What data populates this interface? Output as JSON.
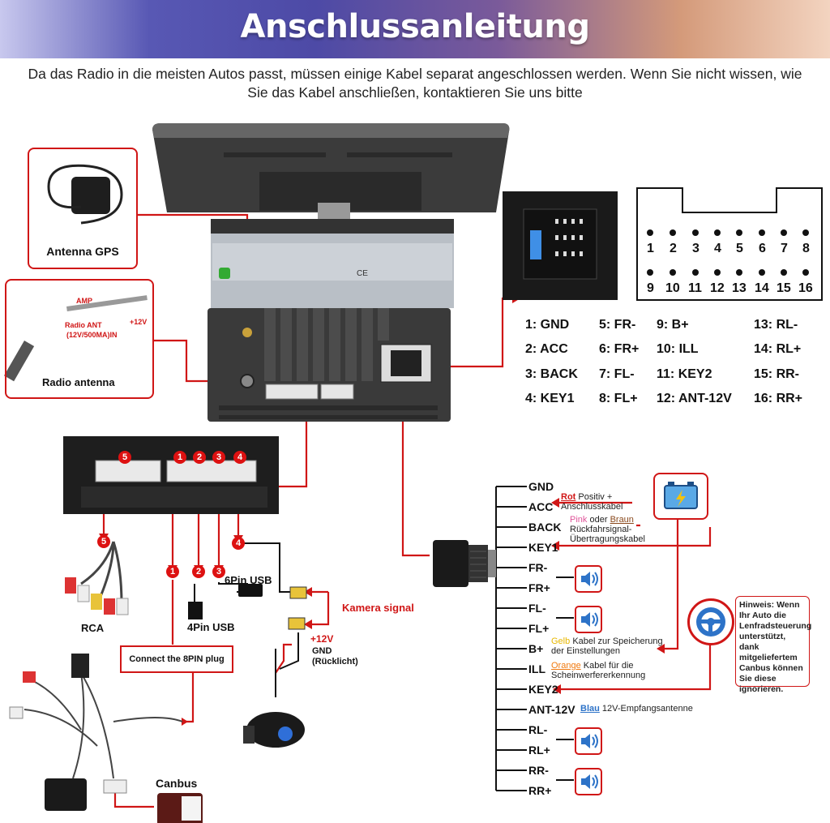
{
  "header": {
    "title": "Anschlussanleitung",
    "intro": "Da das Radio in die meisten Autos passt, müssen einige Kabel separat angeschlossen werden. Wenn Sie nicht wissen, wie Sie das Kabel anschließen, kontaktieren Sie uns bitte"
  },
  "left": {
    "gps_label": "Antenna GPS",
    "amp": "AMP",
    "radio_ant": "Radio ANT",
    "radio_ant_spec": "(12V/500MA)IN",
    "plus12": "+12V",
    "radio_antenna": "Radio antenna",
    "port_numbers": [
      "5",
      "1",
      "2",
      "3",
      "4"
    ],
    "rca": "RCA",
    "usb4": "4Pin USB",
    "usb6": "6Pin USB",
    "connect8": "Connect the 8PIN plug",
    "canbus": "Canbus",
    "camera_signal": "Kamera signal",
    "cam_plus12": "+12V",
    "gnd": "GND",
    "rucklicht": "(Rücklicht)"
  },
  "pinout": {
    "grid_top": [
      "1",
      "2",
      "3",
      "4",
      "5",
      "6",
      "7",
      "8"
    ],
    "grid_bottom": [
      "9",
      "10",
      "11",
      "12",
      "13",
      "14",
      "15",
      "16"
    ],
    "list": [
      [
        "1:  GND",
        "5:  FR-",
        "9:   B+",
        "13: RL-"
      ],
      [
        "2:  ACC",
        "6:  FR+",
        "10: ILL",
        "14: RL+"
      ],
      [
        "3:  BACK",
        "7:  FL-",
        "11: KEY2",
        "15: RR-"
      ],
      [
        "4:  KEY1",
        "8:  FL+",
        "12: ANT-12V",
        "16: RR+"
      ]
    ]
  },
  "wiring": {
    "labels": [
      "GND",
      "ACC",
      "BACK",
      "KEY1",
      "FR-",
      "FR+",
      "FL-",
      "FL+",
      "B+",
      "ILL",
      "KEY2",
      "ANT-12V",
      "RL-",
      "RL+",
      "RR-",
      "RR+"
    ],
    "acc_color": "Rot",
    "acc_text1": "Positiv +",
    "acc_text2": "Anschlusskabel",
    "back_color1": "Pink",
    "back_or": "oder",
    "back_color2": "Braun",
    "back_text1": "Rückfahrsignal-",
    "back_text2": "Übertragungskabel",
    "b_color": "Gelb",
    "b_text1": "Kabel zur Speicherung",
    "b_text2": "der Einstellungen",
    "ill_color": "Orange",
    "ill_text1": "Kabel für die",
    "ill_text2": "Scheinwerfererkennung",
    "ant_color": "Blau",
    "ant_text": "12V-Empfangsantenne",
    "note": [
      "Hinweis: Wenn",
      "Ihr Auto die",
      "Lenfradsteuerung",
      "unterstützt, dank",
      "mitgeliefertem",
      "Canbus können",
      "Sie diese",
      "ignorieren."
    ]
  },
  "colors": {
    "red": "#d01616",
    "blue": "#2d73c8",
    "pink": "#e0559a",
    "brown": "#8a4a1e",
    "yellow": "#e8b800",
    "orange": "#f07a10"
  }
}
